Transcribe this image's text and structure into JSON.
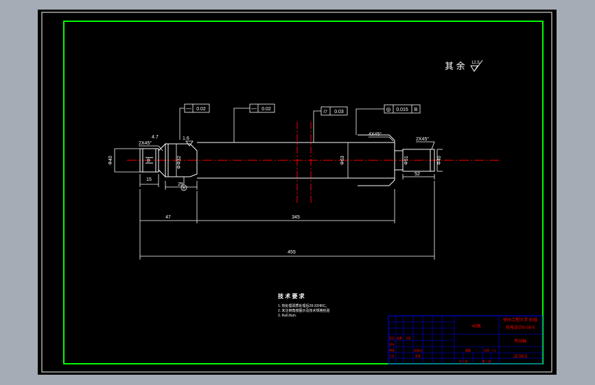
{
  "colors": {
    "app_background": "#a5acb5",
    "canvas": "#000000",
    "border_outer": "#ffffff",
    "border_inner": "#00ff00",
    "geometry": "#ffffff",
    "center_line": "#ff0000",
    "title_block_lines": "#0000ff",
    "title_block_text": "#ff0000"
  },
  "drawing": {
    "surface_note": {
      "prefix": "其 余",
      "value": "12.5"
    },
    "tolerance_frames": {
      "straightness_1": {
        "symbol": "—",
        "value": "0.02"
      },
      "straightness_2": {
        "symbol": "—",
        "value": "0.02"
      },
      "cylindricity": {
        "symbol": "⌭",
        "value": "0.03"
      },
      "coaxiality": {
        "symbol": "◎",
        "value": "0.015",
        "datum": "B"
      }
    },
    "roughness_mark": "1.6",
    "datum_label": "B",
    "chamfers": {
      "left": "2X45°",
      "left_small": "4.7",
      "right_large": "4X45°",
      "right": "2X45°"
    },
    "dimensions": {
      "left_end_dia": "Φ40",
      "left_dia": "Φ",
      "shoulder_dia": "Φ32",
      "shaft_dia": "Φ",
      "main_dia": "Φ63",
      "right_dia": "Φ51",
      "right_end_dia": "Φ40",
      "left_step_len": "15",
      "shoulder_len": "29",
      "right_step_len": "52",
      "section_47": "47",
      "section_345": "345",
      "total_455": "455"
    },
    "notes": {
      "title": "技 术 要 求",
      "lines": [
        "1. 热处理调质处理后28-32HRC。",
        "2. 未注倒角按图示及技术规格检验",
        "3. Ra0.8um."
      ]
    }
  },
  "title_block": {
    "material": "45钢",
    "school": "徐州工程大学 机械",
    "drawing_no": "机电设计B-08-5",
    "part_name": "传动轴",
    "code": "JZ 08-5",
    "labels": [
      "标记",
      "处数",
      "分区",
      "设计",
      "审核",
      "工艺",
      "标准化",
      "批准"
    ],
    "scale": "1:1",
    "sheets": "共 1 张",
    "sheet_no": "第 1 张",
    "weight_label": "重量",
    "scale_label": "比例"
  }
}
